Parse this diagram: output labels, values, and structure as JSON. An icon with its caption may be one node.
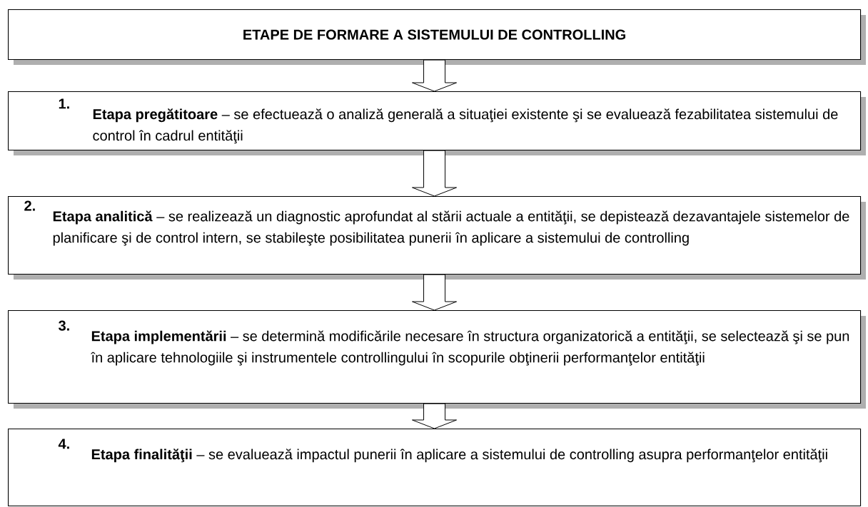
{
  "diagram": {
    "nodes": [
      {
        "text": [
          "ETAPE DE FORMARE A SISTEMULUI DE CONTROLLING"
        ]
      },
      {
        "text": [
          "1.",
          "**Etapa pregătitoare** – se efectuează o analiză generală a situaţiei existente şi se evaluează fezabilitatea sistemului de control în cadrul entităţii"
        ]
      },
      {
        "text": [
          "2.",
          "**Etapa analitică** – se realizează un diagnostic aprofundat al stării actuale a entităţii, se depistează dezavantajele sistemelor de planificare şi de control intern, se stabileşte posibilitatea punerii în aplicare a sistemului de controlling"
        ]
      },
      {
        "text": [
          "3.",
          "**Etapa implementării** – se determină modificările necesare în structura organizatorică a entităţii, se selectează şi se pun în aplicare tehnologiile şi instrumentele controllingului în scopurile obţinerii performanţelor entităţii"
        ]
      },
      {
        "text": [
          "4.",
          "**Etapa finalităţii** – se evaluează impactul punerii în aplicare a sistemului de controlling asupra performanţelor entităţii"
        ]
      }
    ],
    "edges": [
      {
        "from": 0,
        "to": 1,
        "arrow": "to"
      },
      {
        "from": 1,
        "to": 2,
        "arrow": "to"
      },
      {
        "from": 2,
        "to": 3,
        "arrow": "to"
      },
      {
        "from": 3,
        "to": 4,
        "arrow": "to"
      }
    ]
  }
}
